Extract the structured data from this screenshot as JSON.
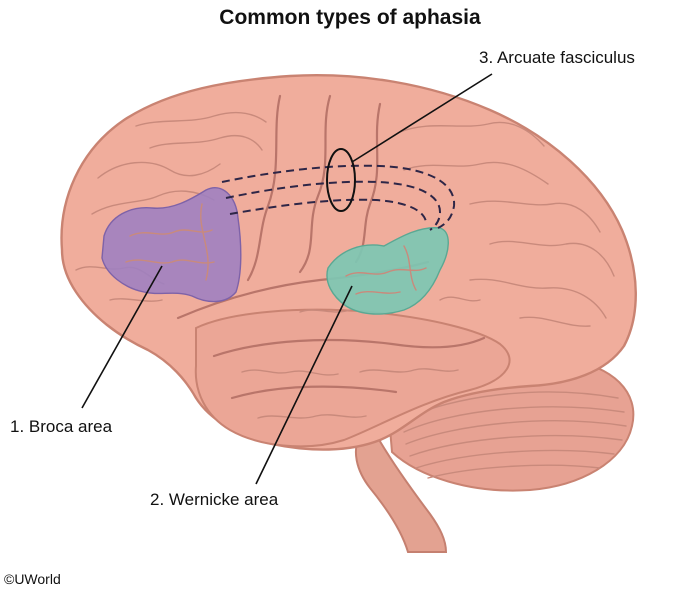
{
  "title": "Common types of aphasia",
  "labels": {
    "broca": "1. Broca area",
    "wernicke": "2. Wernicke area",
    "arcuate": "3. Arcuate fasciculus"
  },
  "credit": "©UWorld",
  "colors": {
    "brain": "#f0ad9c",
    "brain_shadow": "#d98f80",
    "cerebellum": "#e7a293",
    "broca_region": "#9d7fc2",
    "wernicke_region": "#7dc7b3",
    "tract": "#2e2647"
  }
}
